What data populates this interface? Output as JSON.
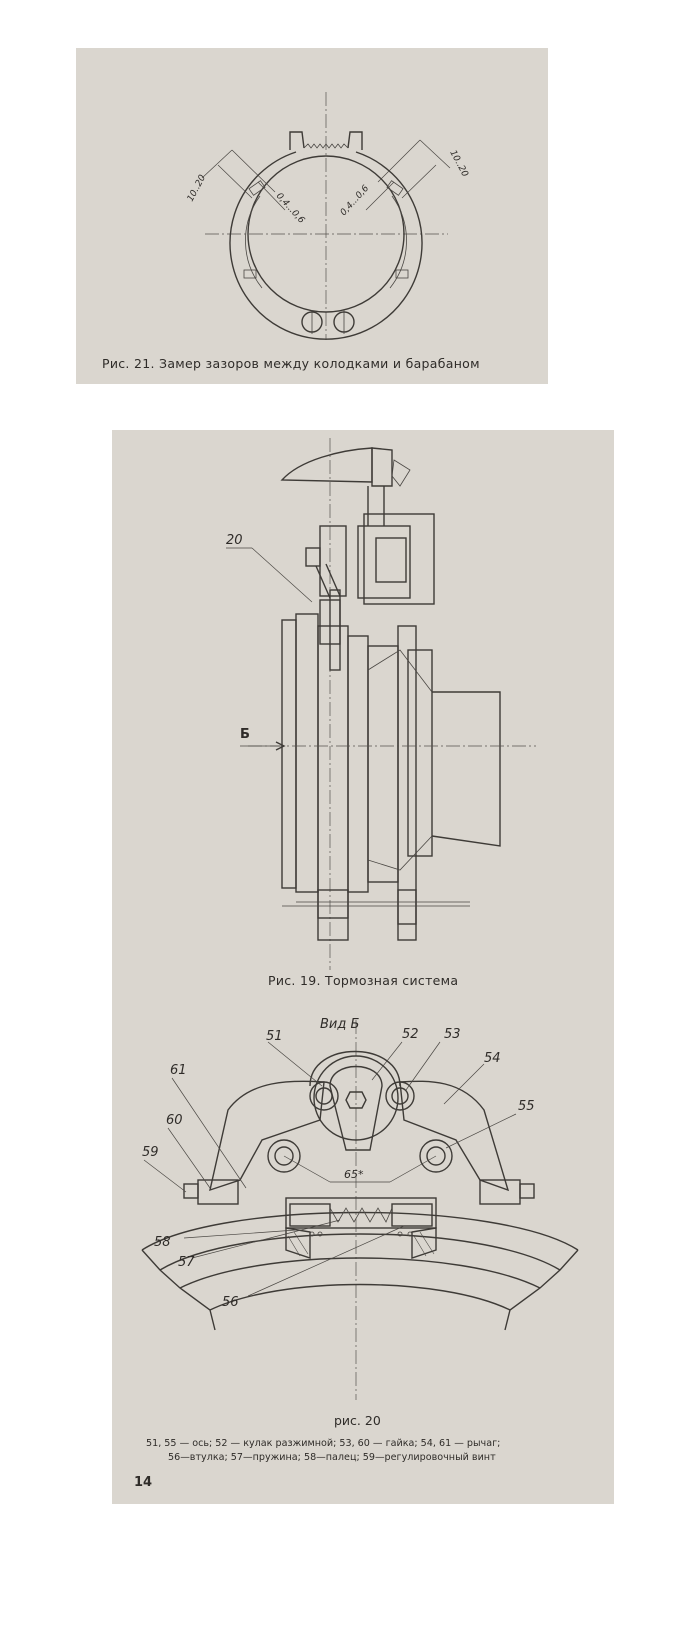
{
  "fig21": {
    "caption": "Рис. 21. Замер зазоров между колодками и барабаном",
    "dim_left_outer": "10..20",
    "dim_right_outer": "10..20",
    "dim_left_inner": "0,4...0,6",
    "dim_right_inner": "0,4...0,6"
  },
  "fig19": {
    "caption": "Рис. 19. Тормозная система",
    "label_20": "20",
    "label_b": "Б"
  },
  "fig20": {
    "view_label": "Вид Б",
    "labels": {
      "l51": "51",
      "l52": "52",
      "l53": "53",
      "l54": "54",
      "l55": "55",
      "l56": "56",
      "l57": "57",
      "l58": "58",
      "l59": "59",
      "l60": "60",
      "l61": "61"
    },
    "dim_65": "65*",
    "caption": "рис. 20",
    "legend_line1": "51, 55 — ось; 52 — кулак разжимной; 53, 60 — гайка; 54, 61 — рычаг;",
    "legend_line2": "56—втулка; 57—пружина; 58—палец; 59—регулировочный винт"
  },
  "page_number": "14"
}
